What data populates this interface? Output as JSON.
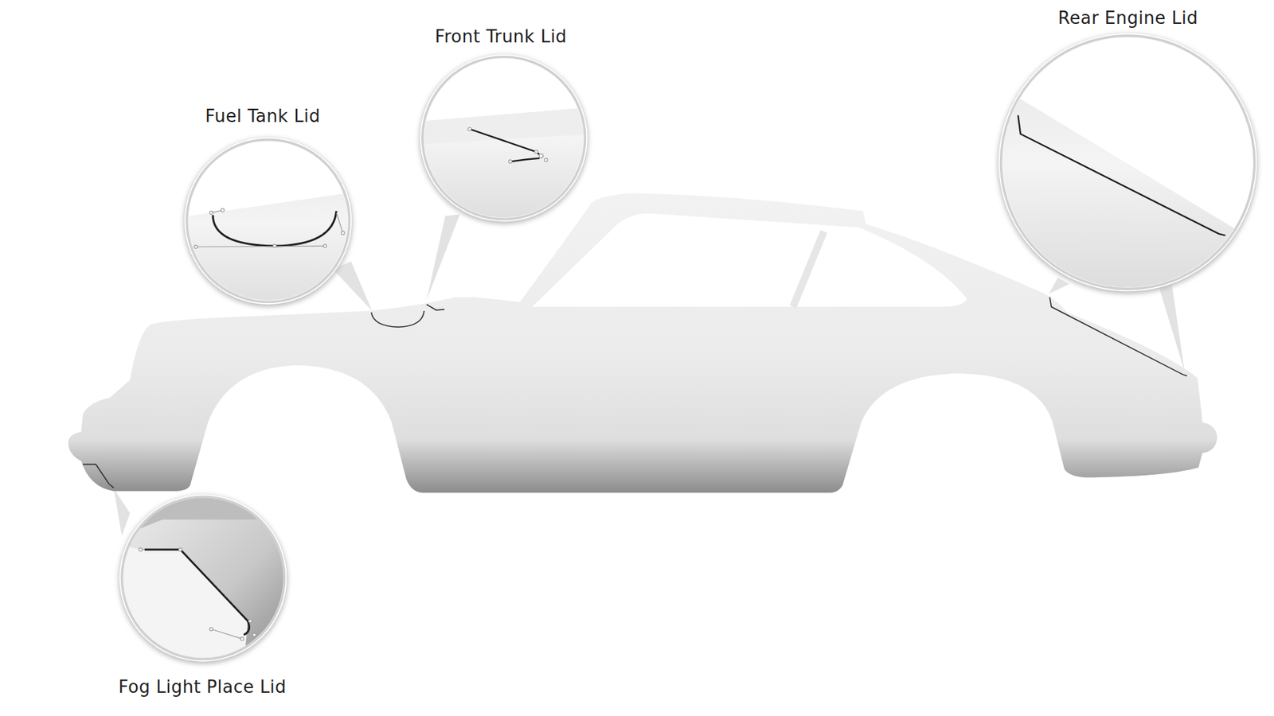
{
  "diagram": {
    "labels": [
      "Rear Engine Lid",
      "Front Trunk Lid",
      "Fuel Tank Lid",
      "Fog Light Place Lid"
    ]
  }
}
